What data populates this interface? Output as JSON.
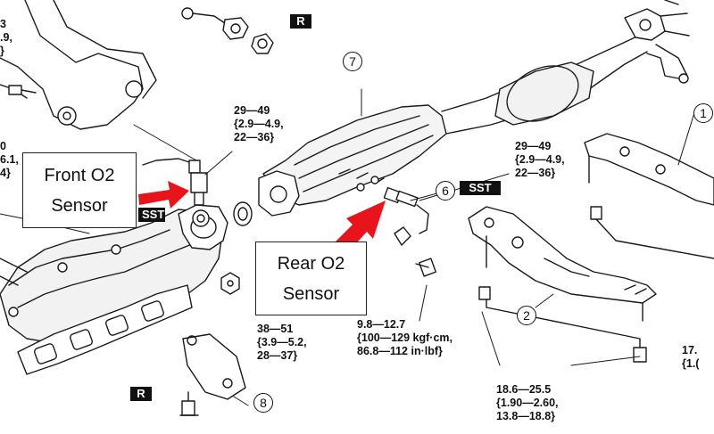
{
  "callouts": {
    "front_line1": "Front O2",
    "front_line2": "Sensor",
    "rear_line1": "Rear O2",
    "rear_line2": "Sensor"
  },
  "tags": {
    "r_top": "R",
    "r_bottom": "R",
    "sst_right": "SST",
    "sst_left": "SST"
  },
  "part_numbers": {
    "n1": "1",
    "n2": "2",
    "n6": "6",
    "n7": "7",
    "n8": "8"
  },
  "torque_specs": {
    "front_o2": "29—49\n{2.9—4.9,\n22—36}",
    "rear_o2": "29—49\n{2.9—4.9,\n22—36}",
    "manifold_nuts": "38—51\n{3.9—5.2,\n28—37}",
    "bracket_bolt": "9.8—12.7\n{100—129 kgf·cm,\n86.8—112 in·lbf}",
    "crossmember_bolts": "18.6—25.5\n{1.90—2.60,\n13.8—18.8}",
    "left_edge": "0\n6.1,\n4}",
    "left_top": "3\n.9,\n}",
    "right_edge": "17.\n{1.("
  },
  "colors": {
    "arrow": "#e8141c",
    "line": "#1a1a1a",
    "fill": "#ffffff",
    "shade": "#d9d9d9"
  }
}
